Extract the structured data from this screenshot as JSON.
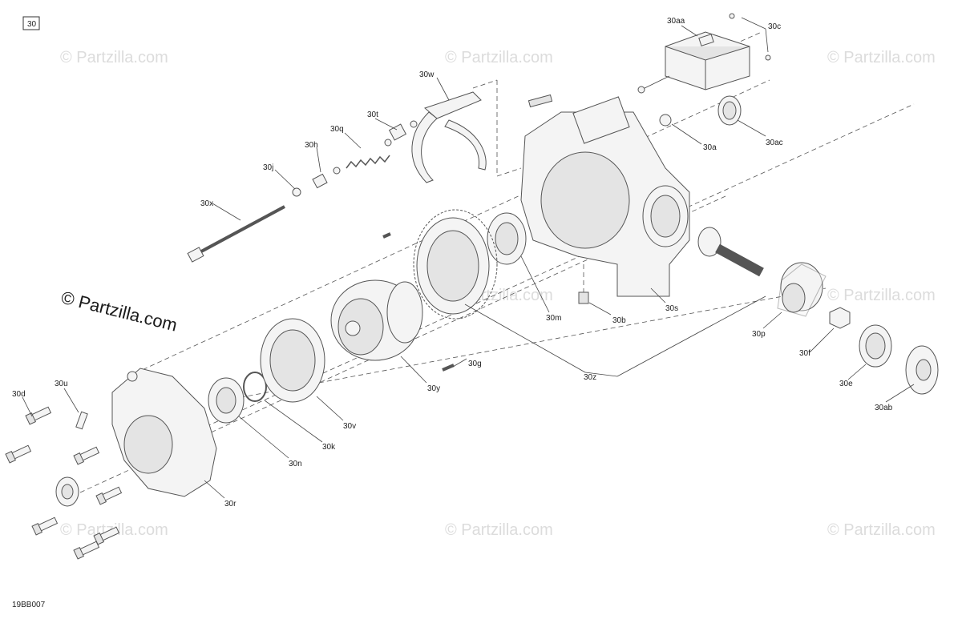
{
  "diagram": {
    "group_label": "30",
    "figure_code": "19BB007",
    "watermark_small": "© Partzilla.com",
    "watermark_large": "© Partzilla.com",
    "callouts": [
      {
        "id": "30aa",
        "text": "30aa"
      },
      {
        "id": "30c",
        "text": "30c"
      },
      {
        "id": "30w",
        "text": "30w"
      },
      {
        "id": "30t",
        "text": "30t"
      },
      {
        "id": "30q",
        "text": "30q"
      },
      {
        "id": "30h",
        "text": "30h"
      },
      {
        "id": "30j",
        "text": "30j"
      },
      {
        "id": "30x",
        "text": "30x"
      },
      {
        "id": "30a",
        "text": "30a"
      },
      {
        "id": "30ac",
        "text": "30ac"
      },
      {
        "id": "30s",
        "text": "30s"
      },
      {
        "id": "30b",
        "text": "30b"
      },
      {
        "id": "30m",
        "text": "30m"
      },
      {
        "id": "30g",
        "text": "30g"
      },
      {
        "id": "30y",
        "text": "30y"
      },
      {
        "id": "30z",
        "text": "30z"
      },
      {
        "id": "30p",
        "text": "30p"
      },
      {
        "id": "30f",
        "text": "30f"
      },
      {
        "id": "30e",
        "text": "30e"
      },
      {
        "id": "30ab",
        "text": "30ab"
      },
      {
        "id": "30d",
        "text": "30d"
      },
      {
        "id": "30u",
        "text": "30u"
      },
      {
        "id": "30v",
        "text": "30v"
      },
      {
        "id": "30k",
        "text": "30k"
      },
      {
        "id": "30n",
        "text": "30n"
      },
      {
        "id": "30r",
        "text": "30r"
      }
    ]
  }
}
